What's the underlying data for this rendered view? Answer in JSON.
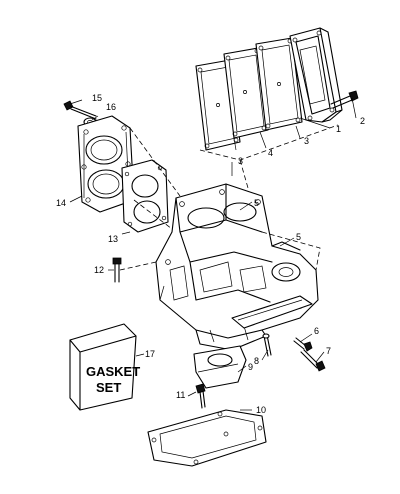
{
  "callouts": {
    "c1": "1",
    "c2": "2",
    "c3a": "3",
    "c3b": "3",
    "c4": "4",
    "c5a": "5",
    "c5b": "5",
    "c6": "6",
    "c7": "7",
    "c8": "8",
    "c9": "9",
    "c10": "10",
    "c11": "11",
    "c12": "12",
    "c13": "13",
    "c14": "14",
    "c15": "15",
    "c16": "16",
    "c17": "17"
  },
  "kit": {
    "line1": "GASKET",
    "line2": "SET"
  }
}
